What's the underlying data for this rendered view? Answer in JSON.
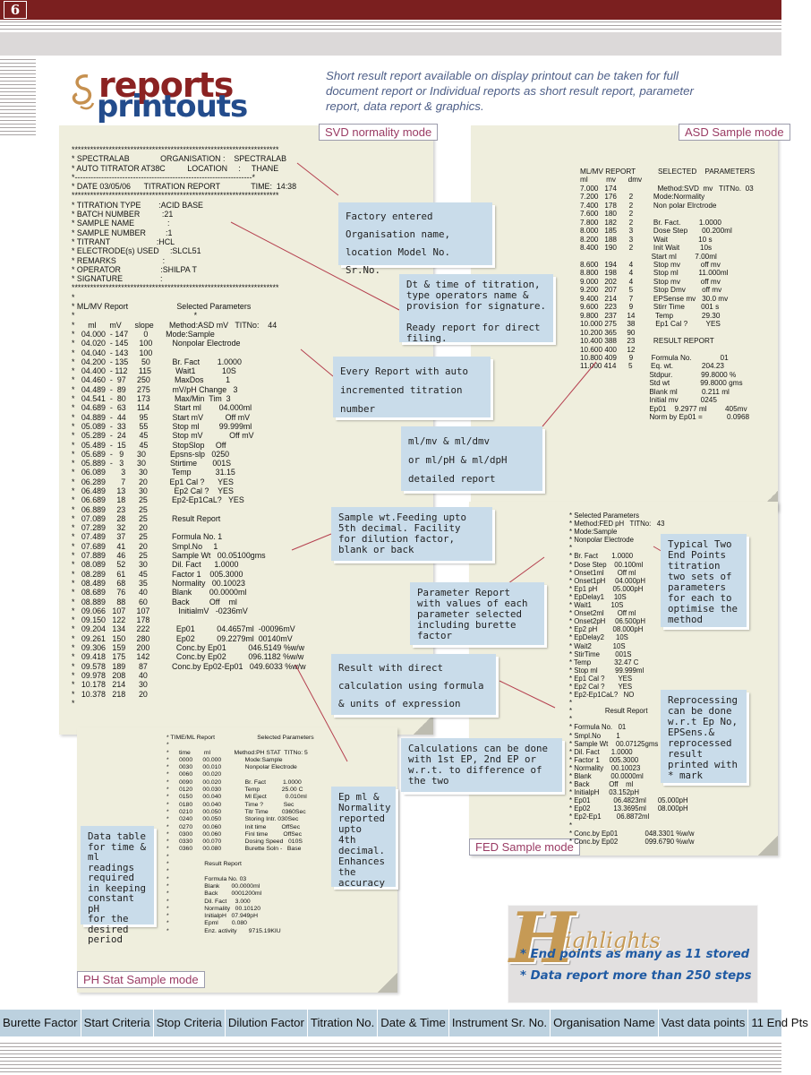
{
  "page_number": "6",
  "logo": {
    "line1": "reports",
    "line2": "printouts"
  },
  "intro": "Short result report available on display printout can be taken for full document  report or Individual reports as short result report, parameter report, data report & graphics.",
  "panels": {
    "svd": {
      "label": "SVD normality mode",
      "text": "*******************************************************************\n* SPECTRALAB              ORGANISATION :    SPECTRALAB\n* AUTO TITRATOR AT38C          LOCATION     :     THANE\n*-------------------------------------------------------------------*\n* DATE 03/05/06      TITRATION REPORT              TIME:  14:38\n*******************************************************************\n* TITRATION TYPE        :ACID BASE\n* BATCH NUMBER          :21\n* SAMPLE NAME               :\n* SAMPLE NUMBER         :1\n* TITRANT                     :HCL\n* ELECTRODE(s) USED     :SLCL51\n* REMARKS                     :\n* OPERATOR                  :SHILPA T\n* SIGNATURE                 :\n*******************************************************************\n*\n* ML/MV Report                      Selected Parameters\n*                                                      *\n*      ml      mV      slope       Method:ASD mV   TITNo:    44\n*   04.000  - 147       0        Mode:Sample\n*   04.020  - 145     100         Nonpolar Electrode\n*   04.040  - 143     100\n*   04.200  - 135      50          Br. Fact        1.0000\n*   04.400  - 112     115           Wait1            10S\n*   04.460  -  97     250           MaxDos          1\n*   04.489  -  89     275          mV/pH Change   3\n*   04.541  -  80     173           Max/Min  Tim  3\n*   04.689  -  63     114           Start ml        04.000ml\n*   04.889  -  44      95           Start mV          Off mV\n*   05.089  -  33      55           Stop ml         99.999ml\n*   05.289  -  24      45           Stop mV            Off mV\n*   05.489  -  15      45           StopSlop     Off\n*   05.689  -   9      30           Epsns-slp   0250\n*   05.889  -   3      30           Stirtime       001S\n*   06.089       3      30           Temp           31.15\n*   06.289       7      20          Ep1 Cal ?      YES\n*   06.489     13      30            Ep2 Cal ?    YES\n*   06.689     18      25           Ep2-Ep1CaL?   YES\n*   06.889     23      25\n*   07.089     28      25           Result Report\n*   07.289     32      20\n*   07.489     37      25           Formula No. 1\n*   07.689     41      20           Smpl.No     1\n*   07.889     46      25           Sample Wt   00.05100gms\n*   08.089     52      30           Dil. Fact      1.0000\n*   08.289     61      45           Factor 1    005.3000\n*   08.489     68      35           Normality   00.10023\n*   08.689     76      40           Blank        00.0000ml\n*   08.889     88      60           Back         Off    ml\n*   09.066   107     107             InitialmV   -0236mV\n*   09.150   122     178\n*   09.204   134     222            Ep01          04.4657ml  -00096mV\n*   09.261   150     280            Ep02          09.2279ml  00140mV\n*   09.306   159     200            Conc.by Ep01          046.5149 %w/w\n*   09.418   175     142            Conc.by Ep02          096.1182 %w/w\n*   09.578   189      87           Conc.by Ep02-Ep01   049.6033 %w/w\n*   09.978   208      40\n*   10.178   214      30\n*   10.378   218      20\n*"
    },
    "asd": {
      "label": "ASD Sample mode",
      "text": "ML/MV REPORT           SELECTED    PARAMETERS\nml         mv      dmv\n7.000   174                    Method:SVD  mv   TITNo.  03\n7.200   176      2          Mode:Normality\n7.400   178      2          Non polar Elrctrode\n7.600   180      2\n7.800   182      2          Br. Fact.         1.0000\n8.000   185      3          Dose Step       00.200ml\n8.200   188      3          Wait               10 s\n8.400   190      2          Init Wait          10s\n                                   Start ml         7.00ml\n8.600   194      4          Stop mv          off mv\n8.800   198      4          Stop ml          11.000ml\n9.000   202      4          Stop mv          off mv\n9.200   207      5          Stop Dmv        off mv\n9.400   214      7          EPSense mv   30.0 mv\n9.600   223      9          Stirr Time        001 s\n9.800   237     14          Temp              29.30\n10.000 275     38          Ep1 Cal ?         YES\n10.200 365     90\n10.400 388     23         RESULT REPORT\n10.600 400     12\n10.800 409      9         Formula No.              01\n11.000 414      5         Eq. wt.              204.23\n                                  Stdpur.              99.8000 %\n                                  Std wt               99.8000 gms\n                                  Blank ml            0.211 ml\n                                  Initial mv           0245\n                                  Ep01    9.2977 ml         405mv\n                                  Norm by Ep01 =            0.0968"
    },
    "fed": {
      "label": "FED Sample mode",
      "text": "* Selected Parameters\n* Method:FED pH   TITNo:   43\n* Mode:Sample\n* Nonpolar Electrode\n*\n* Br. Fact       1.0000\n* Dose Step    00.100ml\n* Onset1ml       Off ml\n* Onset1pH     04.000pH\n* Ep1 pH        05.000pH\n* EpDelay1     10S\n* Wait1          10S\n* Onset2ml       Off ml\n* Onset2pH     06.500pH\n* Ep2 pH        08.000pH\n* EpDelay2      10S\n* Wait2           10S\n* StirTime        001S\n* Temp            32.47 C\n* Stop ml         99.999ml\n* Ep1 Cal ?       YES\n* Ep2 Cal ?       YES\n* Ep2-Ep1CaL?   NO\n*\n*                 Result Report\n*\n* Formula No.   01\n* Smpl.No        1\n* Sample Wt    00.07125gms\n* Dil. Fact      1.0000\n* Factor 1     005.3000\n* Normality    00.10023\n* Blank          00.0000ml\n* Back          Off    ml\n* InitialpH     03.152pH\n* Ep01            06.4823ml      05.000pH\n* Ep02            13.3695ml      08.000pH\n* Ep2-Ep1        06.8872ml\n*\n* Conc.by Ep01              048.3301 %w/w\n* Conc.by Ep02              099.6790 %w/w"
    },
    "ph": {
      "label": "PH Stat Sample mode",
      "text": "* TIME/ML Report                         Selected Parameters\n*\n*      time        ml              Method:PH STAT  TITNo: 5\n*      0000      00.000              Mode:Sample\n*      0030      00.010              Nonpolar Electrode\n*      0060      00.020\n*      0090      00.020              Br. Fact          1.0000\n*      0120      00.030              Temp             25.00 C\n*      0150      00.040              Ml Eject           0.010ml\n*      0180      00.040              Time ?            Sec\n*      0210      00.050              Titr Time        0360Sec\n*      0240      00.050              Storing Intr. 030Sec\n*      0270      00.060              Init time         OffSec\n*      0300      00.060              Finl time         OffSec\n*      0330      00.070              Dosing Speed   010S\n*      0360      00.080              Burette Soln -   Base\n*\n*                     Result Report\n*\n*                     Formula No. 03\n*                     Blank       00.0000ml\n*                     Back        0001200ml\n*                     Dil. Fact     3.000\n*                     Normality   00.10120\n*                     InitialpH   07.949pH\n*                     Epml        0.080\n*                     Enz. activity       9715.19KIU"
    }
  },
  "callouts": {
    "factory": "Factory entered\nOrganisation name,\nlocation Model No. Sr.No.",
    "datetime": "Dt & time of titration,\ntype operators name &\nprovision for signature.\n\nReady report for direct\nfiling.",
    "autonum": "Every Report with auto\nincremented titration\nnumber",
    "mlmv": "ml/mv & ml/dmv\nor ml/pH & ml/dpH\ndetailed report",
    "samplewt": "Sample wt.Feeding upto\n5th decimal. Facility\nfor dilution factor,\nblank or back",
    "typical": "Typical Two\nEnd Points\ntitration\ntwo sets of\nparameters\nfor each to\noptimise the\nmethod",
    "param": "Parameter Report\nwith values of each\nparameter selected\nincluding burette\nfactor",
    "direct": "Result with direct\ncalculation using formula\n&  units of expression",
    "reproc": "Reprocessing\ncan be done\nw.r.t Ep No,\nEPSens.&\nreprocessed\nresult\nprinted with\n*  mark",
    "calc": "Calculations can be done\nwith 1st EP, 2nd EP or\nw.r.t. to difference of\nthe two",
    "epml": "Ep ml &\nNormality\nreported\nupto\n4th decimal.\nEnhances\nthe\naccuracy",
    "datatable": "Data table\nfor time &\nml readings\nrequired\nin keeping\nconstant pH\nfor the\ndesired\nperiod"
  },
  "highlights": {
    "letter": "H",
    "word": "ighlights",
    "items": [
      "* End points as many as 11 stored",
      "* Data report more than 250 steps"
    ]
  },
  "bottom_bar": [
    "Burette Factor",
    "Start Criteria",
    "Stop Criteria",
    "Dilution Factor",
    "Titration No.",
    "Date & Time",
    "Instrument Sr. No.",
    "Organisation Name",
    "Vast data points",
    "11 End Pts"
  ]
}
